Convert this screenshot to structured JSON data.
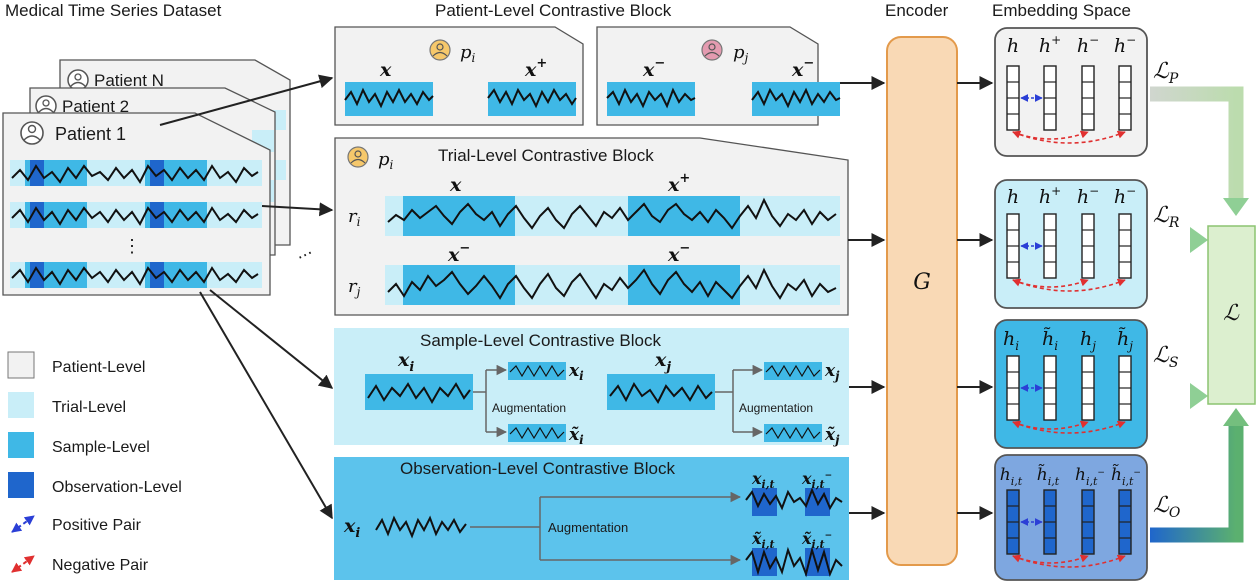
{
  "titles": {
    "dataset": "Medical Time Series Dataset",
    "patient_block": "Patient-Level Contrastive Block",
    "encoder": "Encoder",
    "embedding": "Embedding Space"
  },
  "patients": {
    "p1": "Patient 1",
    "p2": "Patient 2",
    "pn": "Patient N",
    "vdots": "⋮",
    "more": "⋯"
  },
  "patient_block": {
    "pi": "p",
    "pi_sub": "i",
    "pj": "p",
    "pj_sub": "j",
    "x": "x",
    "x_pos": "x",
    "x_neg1": "x",
    "x_neg2": "x",
    "plus": "+",
    "minus": "−"
  },
  "trial_block": {
    "title": "Trial-Level Contrastive  Block",
    "pi": "p",
    "pi_sub": "i",
    "ri": "r",
    "ri_sub": "i",
    "rj": "r",
    "rj_sub": "j",
    "x": "x",
    "x_pos": "x",
    "x_neg1": "x",
    "x_neg2": "x",
    "plus": "+",
    "minus": "−"
  },
  "sample_block": {
    "title": "Sample-Level Contrastive Block",
    "xi": "x",
    "xi_sub": "i",
    "xj": "x",
    "xj_sub": "j",
    "aug1": "Augmentation",
    "aug2": "Augmentation",
    "out_xi": "x",
    "out_xi_sub": "i",
    "out_xti": "x̃",
    "out_xti_sub": "i",
    "out_xj": "x",
    "out_xj_sub": "j",
    "out_xtj": "x̃",
    "out_xtj_sub": "j"
  },
  "observation_block": {
    "title": "Observation-Level Contrastive Block",
    "xi": "x",
    "xi_sub": "i",
    "aug": "Augmentation",
    "o1": "x",
    "o1_sub": "i,t",
    "o2": "x",
    "o2_sub": "i,t",
    "o2_sup": "−",
    "o3": "x̃",
    "o3_sub": "i,t",
    "o4": "x̃",
    "o4_sub": "i,t",
    "o4_sup": "−"
  },
  "encoder_label": "G",
  "embeddings": {
    "row1": {
      "labels": [
        "h",
        "h",
        "h",
        "h"
      ],
      "sups": [
        "",
        "+",
        "−",
        "−"
      ],
      "subs": [
        "",
        "",
        "",
        ""
      ],
      "loss": "ℒ",
      "loss_sub": "P"
    },
    "row2": {
      "labels": [
        "h",
        "h",
        "h",
        "h"
      ],
      "sups": [
        "",
        "+",
        "−",
        "−"
      ],
      "subs": [
        "",
        "",
        "",
        ""
      ],
      "loss": "ℒ",
      "loss_sub": "R"
    },
    "row3": {
      "labels": [
        "h",
        "h̃",
        "h",
        "h̃"
      ],
      "sups": [
        "",
        "",
        "",
        ""
      ],
      "subs": [
        "i",
        "i",
        "j",
        "j"
      ],
      "loss": "ℒ",
      "loss_sub": "S"
    },
    "row4": {
      "labels": [
        "h",
        "h̃",
        "h",
        "h̃"
      ],
      "sups": [
        "",
        "",
        "−",
        "−"
      ],
      "subs": [
        "i,t",
        "i,t",
        "i,t",
        "i,t"
      ],
      "loss": "ℒ",
      "loss_sub": "O"
    },
    "total_loss": "ℒ"
  },
  "legend": {
    "patient": "Patient-Level",
    "trial": "Trial-Level",
    "sample": "Sample-Level",
    "observation": "Observation-Level",
    "positive": "Positive Pair",
    "negative": "Negative Pair"
  },
  "colors": {
    "patient_fill": "#f2f2f2",
    "trial_fill": "#c9eef8",
    "sample_fill": "#3fb8e6",
    "observation_fill": "#1f66cc",
    "encoder_fill": "#f9d9b5",
    "encoder_stroke": "#e39a4b",
    "total_loss_fill": "#dcefcf",
    "total_loss_stroke": "#8cc471",
    "positive": "#2b3fd6",
    "negative": "#e03030"
  }
}
